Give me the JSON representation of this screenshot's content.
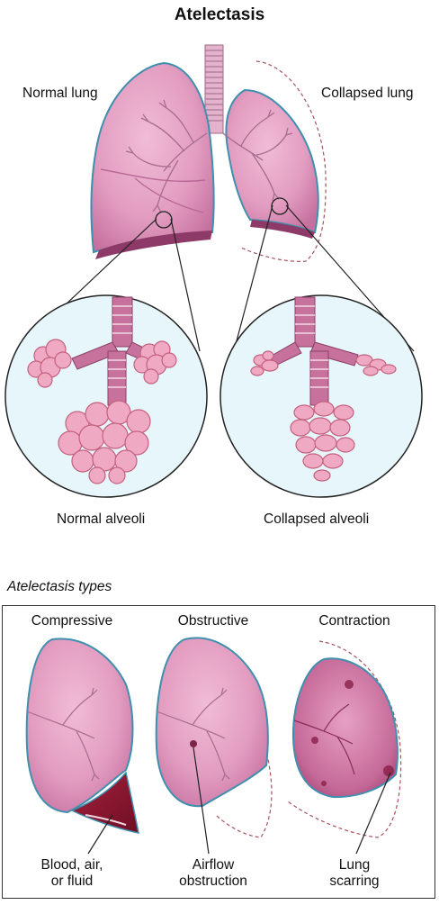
{
  "diagram": {
    "title": "Atelectasis",
    "lungs": {
      "normal_label": "Normal lung",
      "collapsed_label": "Collapsed lung"
    },
    "alveoli": {
      "normal_label": "Normal alveoli",
      "collapsed_label": "Collapsed alveoli"
    },
    "types_section": {
      "title": "Atelectasis types",
      "types": [
        {
          "name": "Compressive",
          "cause_lines": [
            "Blood, air,",
            "or fluid"
          ]
        },
        {
          "name": "Obstructive",
          "cause_lines": [
            "Airflow",
            "obstruction"
          ]
        },
        {
          "name": "Contraction",
          "cause_lines": [
            "Lung",
            "scarring"
          ]
        }
      ]
    },
    "colors": {
      "lung_pink": "#e7a3c6",
      "lung_dark": "#b8628f",
      "lung_outline": "#3f8fae",
      "alveoli_bg": "#e6f6fb",
      "blood": "#8c1630",
      "dashed_outline": "#a8545c"
    }
  }
}
